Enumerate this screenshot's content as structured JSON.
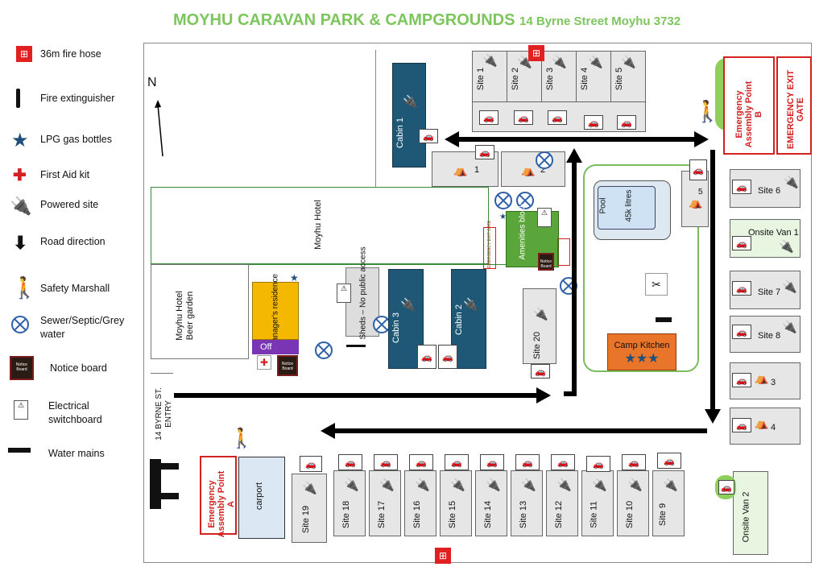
{
  "title": {
    "main": "MOYHU CARAVAN PARK & CAMPGROUNDS",
    "address": "14 Byrne Street Moyhu 3732"
  },
  "colors": {
    "title_green": "#7dc55d",
    "cabin_blue": "#1f5876",
    "amenities_green": "#5aa63a",
    "kitchen_orange": "#e8752a",
    "office_purple": "#7a35b5",
    "residence_yellow": "#f5b800",
    "emergency_red": "#d32020",
    "assembly_green": "#8fd05c"
  },
  "legend": [
    {
      "icon": "fire-hose-icon",
      "label": "36m fire hose"
    },
    {
      "icon": "fire-extinguisher-icon",
      "label": "Fire extinguisher"
    },
    {
      "icon": "lpg-star-icon",
      "label": "LPG gas bottles"
    },
    {
      "icon": "first-aid-icon",
      "label": "First Aid kit"
    },
    {
      "icon": "power-plug-icon",
      "label": "Powered site"
    },
    {
      "icon": "road-arrow-icon",
      "label": "Road direction"
    },
    {
      "icon": "safety-marshall-icon",
      "label": "Safety Marshall"
    },
    {
      "icon": "sewer-icon",
      "label": "Sewer/Septic/Grey water"
    },
    {
      "icon": "notice-board-icon",
      "label": "Notice board"
    },
    {
      "icon": "switchboard-icon",
      "label": "Electrical switchboard"
    },
    {
      "icon": "water-tap-icon",
      "label": "Water mains"
    }
  ],
  "notice_board_text": "Notice Board",
  "north": "N",
  "top_sites": [
    "Site 1",
    "Site 2",
    "Site 3",
    "Site 4",
    "Site 5"
  ],
  "bottom_sites": [
    "Site 19",
    "Site 18",
    "Site 17",
    "Site 16",
    "Site 15",
    "Site 14",
    "Site 13",
    "Site 12",
    "Site 11",
    "Site 10",
    "Site 9"
  ],
  "right_sites": {
    "site6": "Site 6",
    "onsite_van1": "Onsite Van 1",
    "site7": "Site 7",
    "site8": "Site 8",
    "tent3": "3",
    "tent4": "4",
    "onsite_van2": "Onsite Van 2"
  },
  "tent_sites": {
    "t1": "1",
    "t2": "2",
    "t5": "5"
  },
  "cabins": {
    "c1": "Cabin 1",
    "c2": "Cabin 2",
    "c3": "Cabin 3"
  },
  "site20": "Site 20",
  "hotel": "Moyhu Hotel",
  "beer_garden": {
    "line1": "Moyhu Hotel",
    "line2": "Beer garden"
  },
  "residence": "Manager's residence",
  "office": "Off",
  "sheds": "Sheds – No public access",
  "amenities": "Amenities block",
  "pool": {
    "line1": "Pool",
    "line2": "45k litres"
  },
  "camp_kitchen": "Camp Kitchen",
  "carport": "carport",
  "entry": {
    "line1": "14 BYRNE ST.",
    "line2": "ENTRY"
  },
  "assembly_a": {
    "line1": "Emergency",
    "line2": "Assembly Point",
    "line3": "A"
  },
  "assembly_b": {
    "line1": "Emergency",
    "line2": "Assembly Point",
    "line3": "B"
  },
  "exit_gate": {
    "line1": "EMERGENCY EXIT",
    "line2": "GATE"
  },
  "small_exit": "EMERGENCY EXIT GATE"
}
